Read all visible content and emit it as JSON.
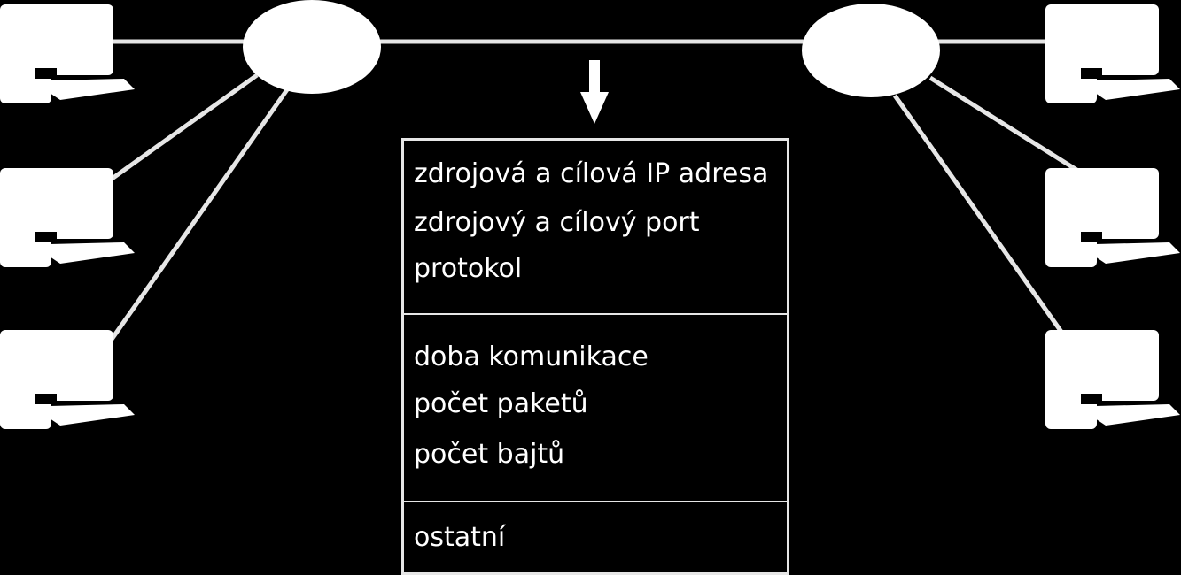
{
  "colors": {
    "background": "#000000",
    "foreground": "#ffffff",
    "line": "#e6e6e6"
  },
  "icons": {
    "computer": "computer-icon",
    "router": "router-icon",
    "arrow": "arrow-down-icon"
  },
  "record": {
    "sections": [
      {
        "fields": [
          "zdrojová a cílová IP adresa",
          "zdrojový a cílový port",
          "protokol"
        ]
      },
      {
        "fields": [
          "doba komunikace",
          "počet paketů",
          "počet bajtů"
        ]
      },
      {
        "fields": [
          "ostatní"
        ]
      }
    ]
  }
}
